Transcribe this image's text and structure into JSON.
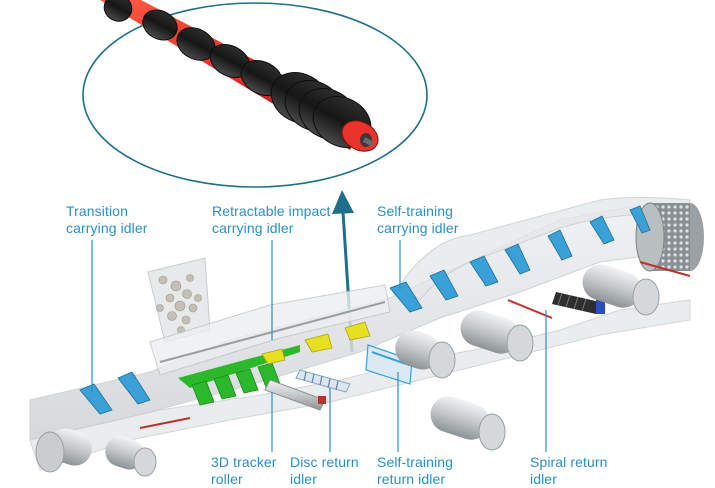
{
  "labels": {
    "transition_carrying": {
      "line1": "Transition",
      "line2": "carrying idler"
    },
    "retractable_impact": {
      "line1": "Retractable impact",
      "line2": "carrying idler"
    },
    "self_training_carrying": {
      "line1": "Self-training",
      "line2": "carrying idler"
    },
    "tracker_roller": {
      "line1": "3D tracker",
      "line2": "roller"
    },
    "disc_return": {
      "line1": "Disc return",
      "line2": "idler"
    },
    "self_training_return": {
      "line1": "Self-training",
      "line2": "return idler"
    },
    "spiral_return": {
      "line1": "Spiral return",
      "line2": "idler"
    }
  },
  "colors": {
    "label_text": "#2a8fc9",
    "leader_line": "#2a8fc9",
    "callout_ring": "#1f6e8a",
    "zoom_arrow": "#1f6e8a",
    "roller_shell": "#e8322a",
    "roller_rings": "#1c1c1c",
    "impact_bed_frame": "#2bb82b",
    "impact_bed_arms": "#e6e021",
    "idler_bracket": "#3aa0d8",
    "conveyor_belt": "#d9dde0",
    "return_roller": "#b8bcbe"
  },
  "icons": {
    "callout": "magnified-roller-icon",
    "hopper": "ore-hopper-icon",
    "drum": "head-drum-icon"
  }
}
